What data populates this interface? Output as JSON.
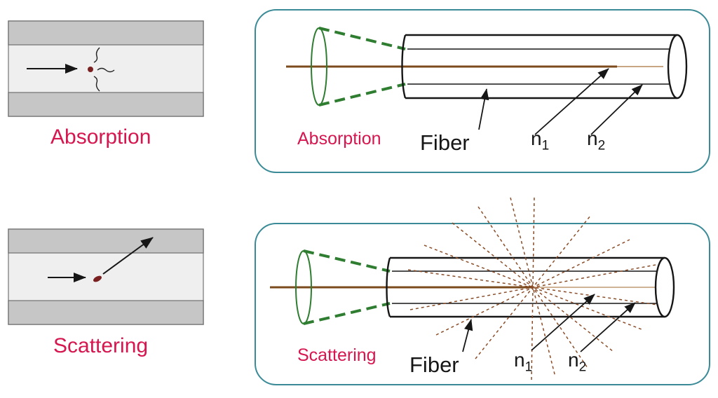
{
  "colors": {
    "label_red": "#d5164f",
    "panel_border": "#3a8b97",
    "beam_brown": "#7b4b1d",
    "beam_faded": "#c09a72",
    "lens_green": "#2f7d31",
    "ray_brown": "#8a4d28",
    "band_gray": "#c6c6c6",
    "slab_fill": "#efefef",
    "particle_red": "#7a2020"
  },
  "schematic_absorption": {
    "caption": "Absorption"
  },
  "schematic_scattering": {
    "caption": "Scattering"
  },
  "fiber_absorption_panel": {
    "caption": "Absorption",
    "fiber": "Fiber",
    "n1": {
      "base": "n",
      "sub": "1"
    },
    "n2": {
      "base": "n",
      "sub": "2"
    }
  },
  "fiber_scattering_panel": {
    "caption": "Scattering",
    "fiber": "Fiber",
    "n1": {
      "base": "n",
      "sub": "1"
    },
    "n2": {
      "base": "n",
      "sub": "2"
    }
  }
}
